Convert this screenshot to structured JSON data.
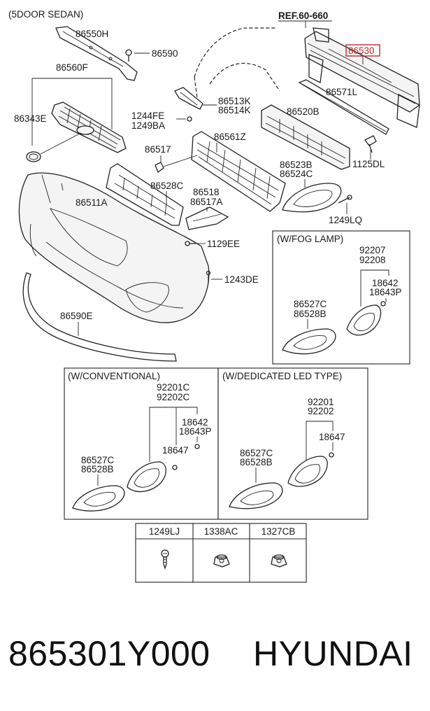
{
  "header": {
    "variant": "(5DOOR SEDAN)",
    "ref": "REF.60-660"
  },
  "labels": {
    "p86550H": "86550H",
    "p86590": "86590",
    "p86560F": "86560F",
    "p86343E": "86343E",
    "p86530": "86530",
    "p86571L": "86571L",
    "p86513K": "86513K",
    "p86514K": "86514K",
    "p1244FE": "1244FE",
    "p1249BA": "1249BA",
    "p86520B": "86520B",
    "p86561Z": "86561Z",
    "p86517": "86517",
    "p1125DL": "1125DL",
    "p86523B": "86523B",
    "p86524C": "86524C",
    "p86528C": "86528C",
    "p86518": "86518",
    "p86517A": "86517A",
    "p86511A": "86511A",
    "p1249LQ": "1249LQ",
    "p1129EE": "1129EE",
    "p1243DE": "1243DE",
    "p86590E": "86590E"
  },
  "fog_lamp": {
    "title": "(W/FOG LAMP)",
    "a1": "92207",
    "a2": "92208",
    "b1": "18642",
    "b2": "18643P",
    "c1": "86527C",
    "c2": "86528B"
  },
  "conventional": {
    "title": "(W/CONVENTIONAL)",
    "a1": "92201C",
    "a2": "92202C",
    "b1": "18642",
    "b2": "18643P",
    "d": "18647",
    "c1": "86527C",
    "c2": "86528B"
  },
  "led": {
    "title": "(W/DEDICATED LED TYPE)",
    "a1": "92201",
    "a2": "92202",
    "d": "18647",
    "c1": "86527C",
    "c2": "86528B"
  },
  "fasteners": {
    "h1": "1249LJ",
    "h2": "1338AC",
    "h3": "1327CB"
  },
  "footer": {
    "part_number": "865301Y000",
    "brand": "HYUNDAI"
  },
  "colors": {
    "highlight": "#c0282d",
    "line": "#222222"
  }
}
